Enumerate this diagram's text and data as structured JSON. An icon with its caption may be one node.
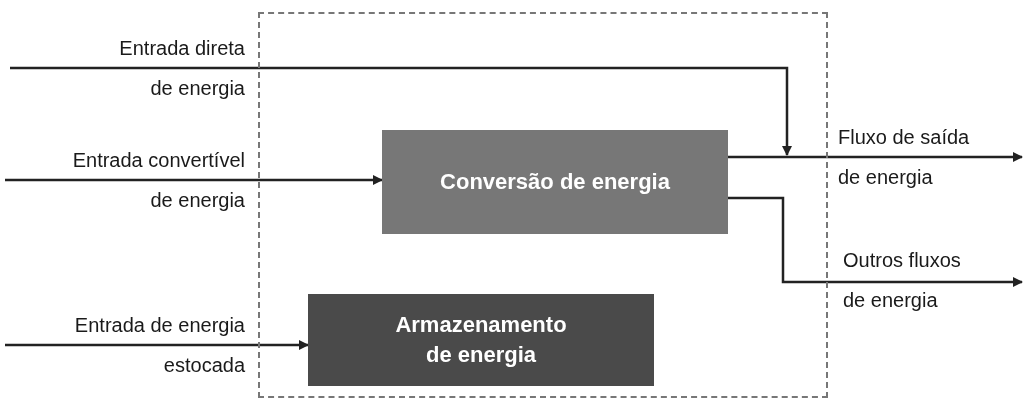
{
  "diagram": {
    "nodes": [
      {
        "text": [],
        "shape": "box"
      },
      {
        "text": [
          "Conversão de energia"
        ],
        "in": 0
      },
      {
        "text": [
          "Armazenamento de energia"
        ],
        "in": 0
      }
    ],
    "edges": [
      {
        "from": null,
        "to": 1,
        "arrow": "to",
        "label": "Entrada convertível de energia"
      },
      {
        "from": null,
        "to": 2,
        "arrow": "to",
        "label": "Entrada de energia estocada"
      },
      {
        "from": 1,
        "to": null,
        "arrow": "to",
        "label": "Fluxo de saída de energia"
      },
      {
        "from": 1,
        "to": null,
        "arrow": "to",
        "label": "Outros fluxos de energia"
      }
    ],
    "labels": [
      "Entrada direta de energia"
    ]
  }
}
